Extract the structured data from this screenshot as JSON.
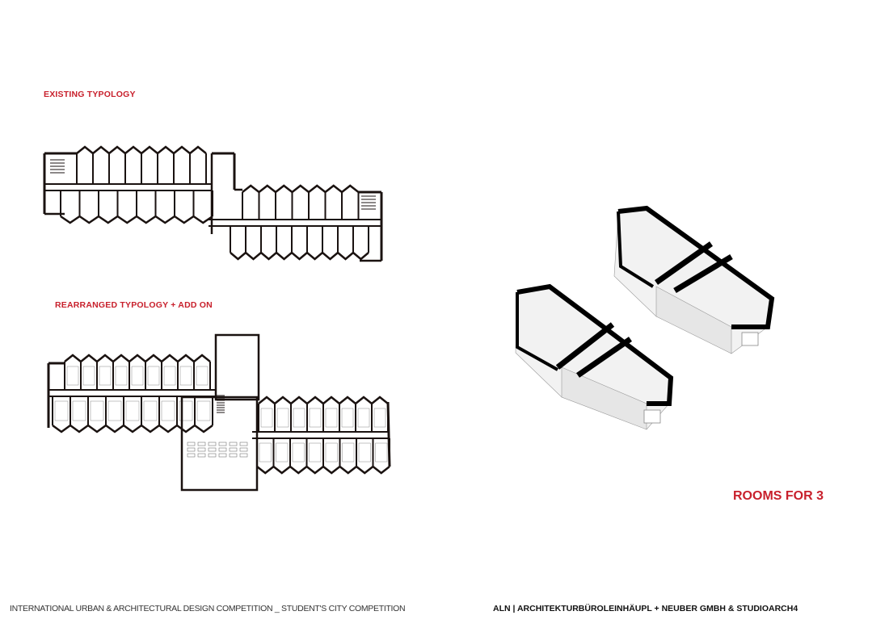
{
  "labels": {
    "existing": "EXISTING TYPOLOGY",
    "rearranged": "REARRANGED TYPOLOGY  + ADD ON",
    "rooms": "ROOMS FOR 3"
  },
  "footer": {
    "left": "INTERNATIONAL URBAN & ARCHITECTURAL DESIGN COMPETITION _ STUDENT'S CITY COMPETITION",
    "right": "ALN | ARCHITEKTURBÜROLEINHÄUPL + NEUBER GMBH & STUDIOARCH4"
  },
  "colors": {
    "accent": "#c8202c",
    "wall": "#1a1210"
  }
}
